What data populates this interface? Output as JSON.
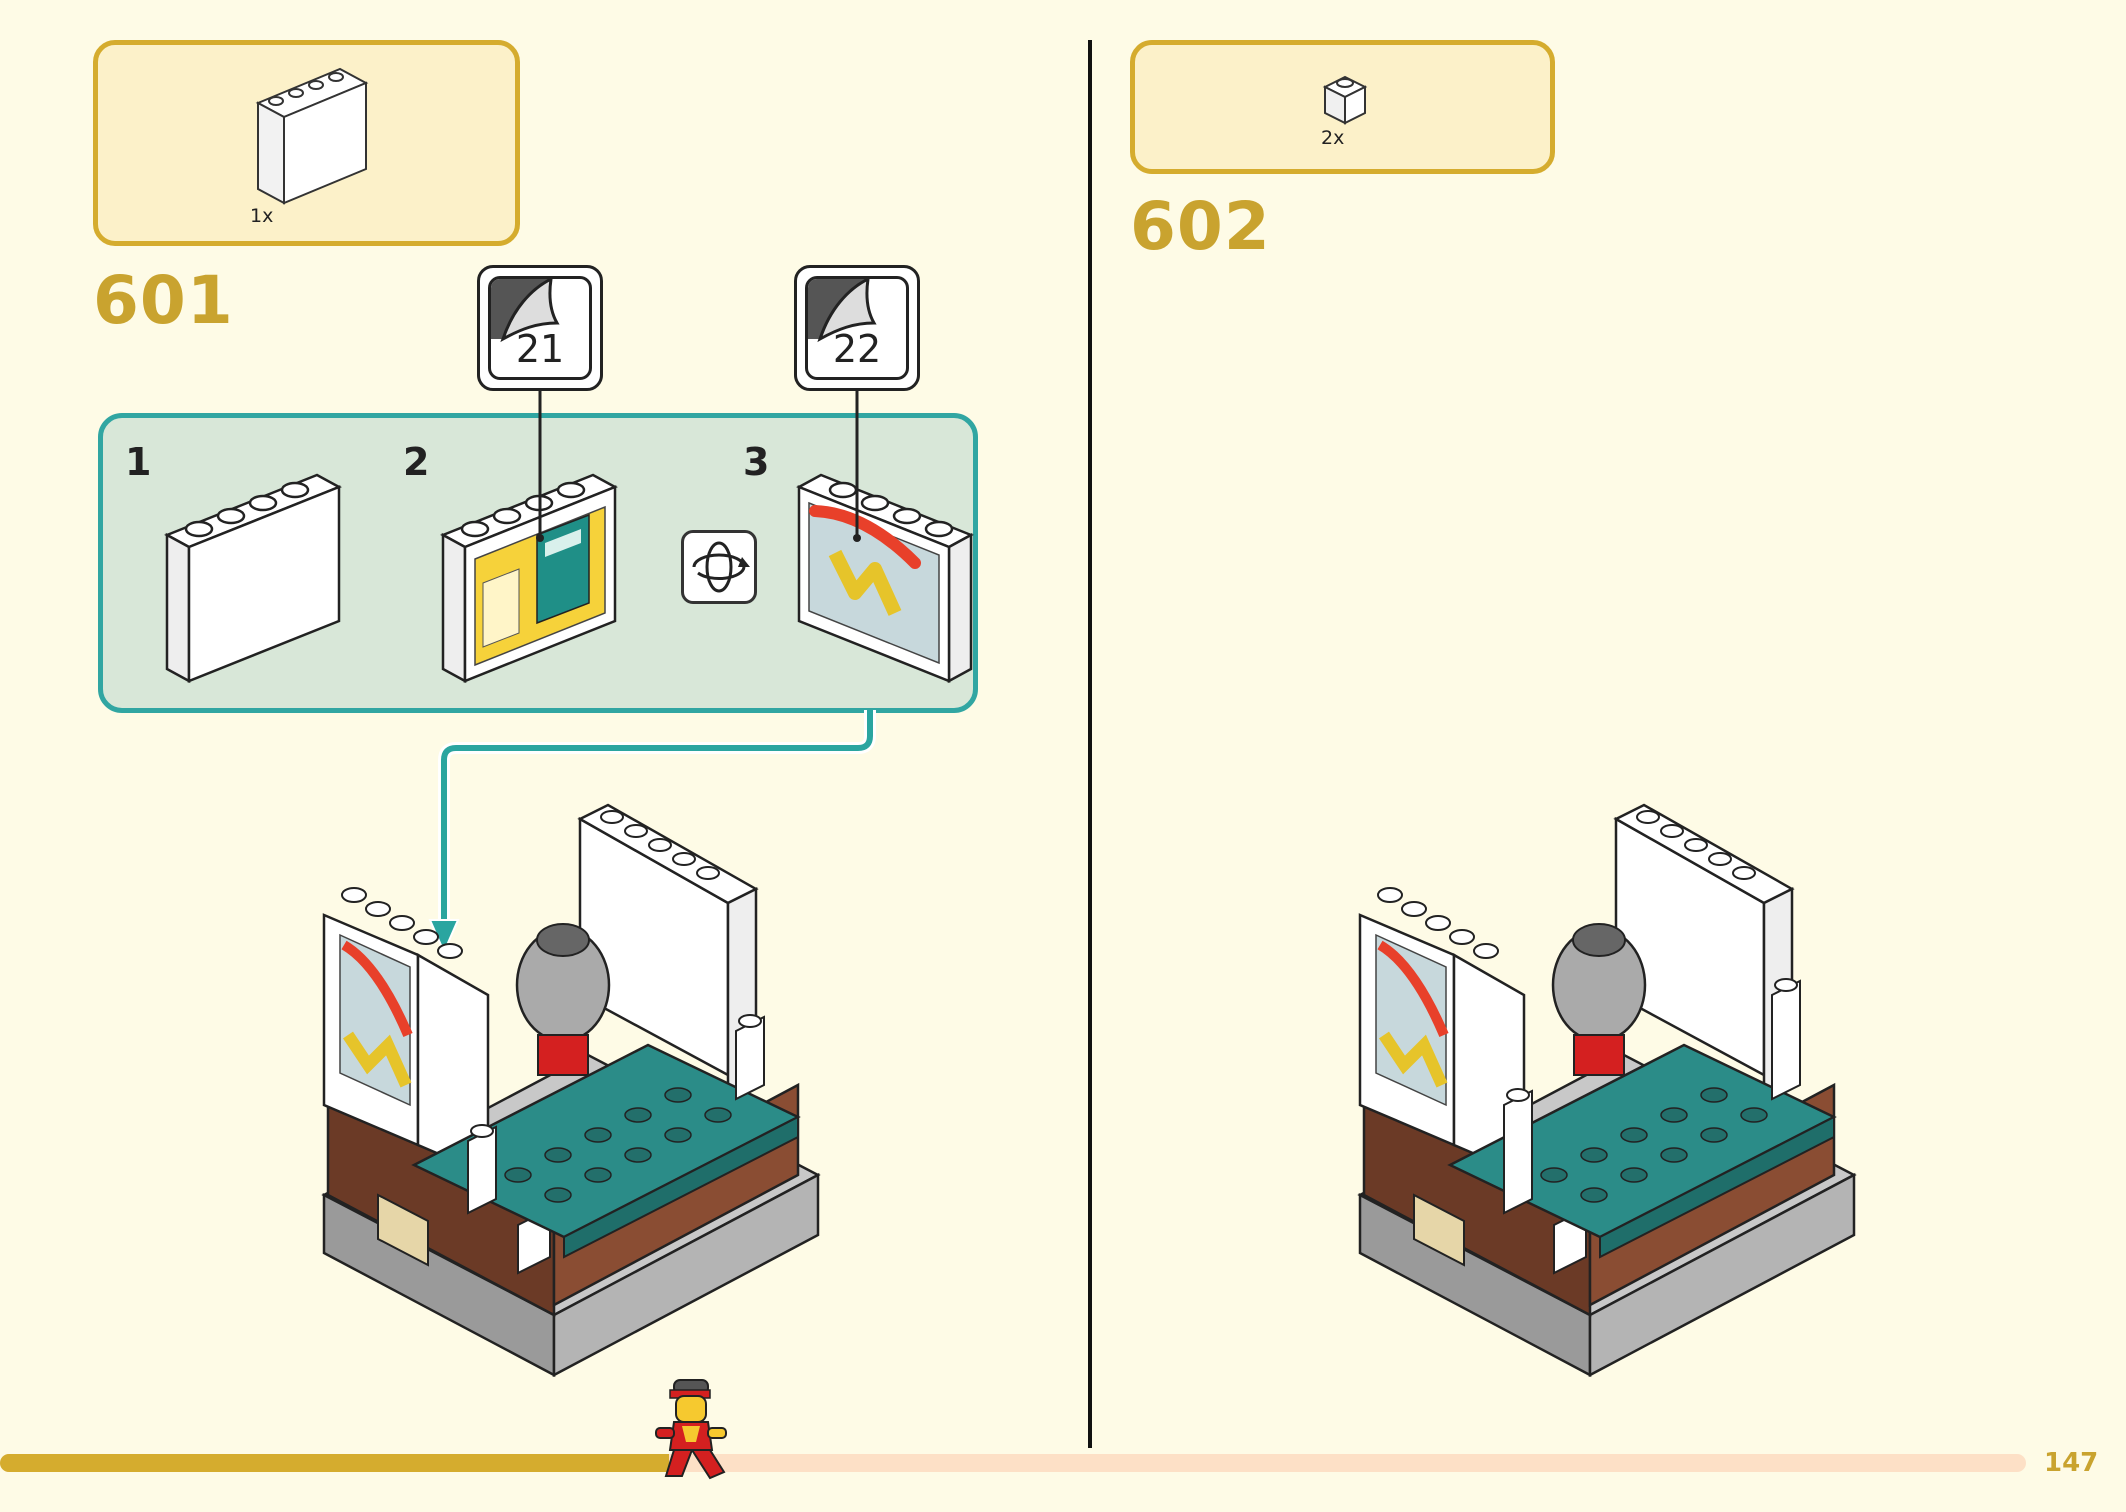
{
  "step_601": {
    "number": "601",
    "parts": [
      {
        "name": "white-brick-1x4x3",
        "qty": "1x"
      }
    ],
    "sub_steps": [
      {
        "number": "1"
      },
      {
        "number": "2",
        "sticker": "21"
      },
      {
        "number": "3",
        "sticker": "22"
      }
    ],
    "rotate_icon": "rotate-icon"
  },
  "step_602": {
    "number": "602",
    "parts": [
      {
        "name": "white-brick-1x1",
        "qty": "2x"
      }
    ]
  },
  "page": {
    "number": "147"
  },
  "colors": {
    "accent_gold": "#d5ac2e",
    "step_number": "#c9a32f",
    "sub_panel_border": "#31a6a2",
    "sub_panel_bg": "#d8e7d8",
    "background": "#fefbe6",
    "parts_box_bg": "#fcf1c9"
  },
  "progress": {
    "fraction": 0.33
  }
}
